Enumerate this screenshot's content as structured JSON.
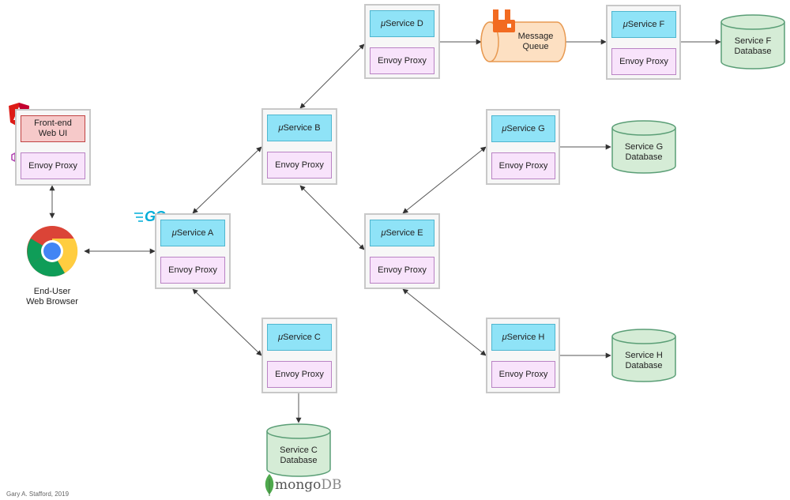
{
  "frontend": {
    "label": "Front-end\nWeb UI",
    "proxy": "Envoy Proxy"
  },
  "browser": {
    "label": "End-User\nWeb Browser"
  },
  "services": {
    "a": {
      "mu": "μ",
      "name": "Service A",
      "proxy": "Envoy Proxy"
    },
    "b": {
      "mu": "μ",
      "name": "Service B",
      "proxy": "Envoy Proxy"
    },
    "c": {
      "mu": "μ",
      "name": "Service C",
      "proxy": "Envoy Proxy"
    },
    "d": {
      "mu": "μ",
      "name": "Service D",
      "proxy": "Envoy Proxy"
    },
    "e": {
      "mu": "μ",
      "name": "Service E",
      "proxy": "Envoy Proxy"
    },
    "f": {
      "mu": "μ",
      "name": "Service F",
      "proxy": "Envoy Proxy"
    },
    "g": {
      "mu": "μ",
      "name": "Service G",
      "proxy": "Envoy Proxy"
    },
    "h": {
      "mu": "μ",
      "name": "Service H",
      "proxy": "Envoy Proxy"
    }
  },
  "queue": {
    "label": "Message\nQueue"
  },
  "databases": {
    "c": "Service C\nDatabase",
    "f": "Service F\nDatabase",
    "g": "Service G\nDatabase",
    "h": "Service H\nDatabase"
  },
  "mongodb": {
    "prefix": "mongo",
    "suffix": "DB"
  },
  "golang": {
    "logo": "GO"
  },
  "credit": "Gary A. Stafford, 2019",
  "icons": {
    "angular": "angular-logo-icon",
    "envoy": "envoy-logo-icon",
    "golang": "golang-logo-icon",
    "chrome": "chrome-logo-icon",
    "rabbitmq": "rabbitmq-logo-icon",
    "mongodb": "mongodb-leaf-icon"
  },
  "colors": {
    "service": "#8fe3f7",
    "proxy": "#f8e3fb",
    "frontend": "#f6c9c9",
    "database": "#d5ecd6",
    "queue": "#fde0c2",
    "angular": "#dd1b16",
    "golang": "#00add8",
    "rabbitmq": "#f26b21",
    "mongodb": "#4fa94d"
  }
}
